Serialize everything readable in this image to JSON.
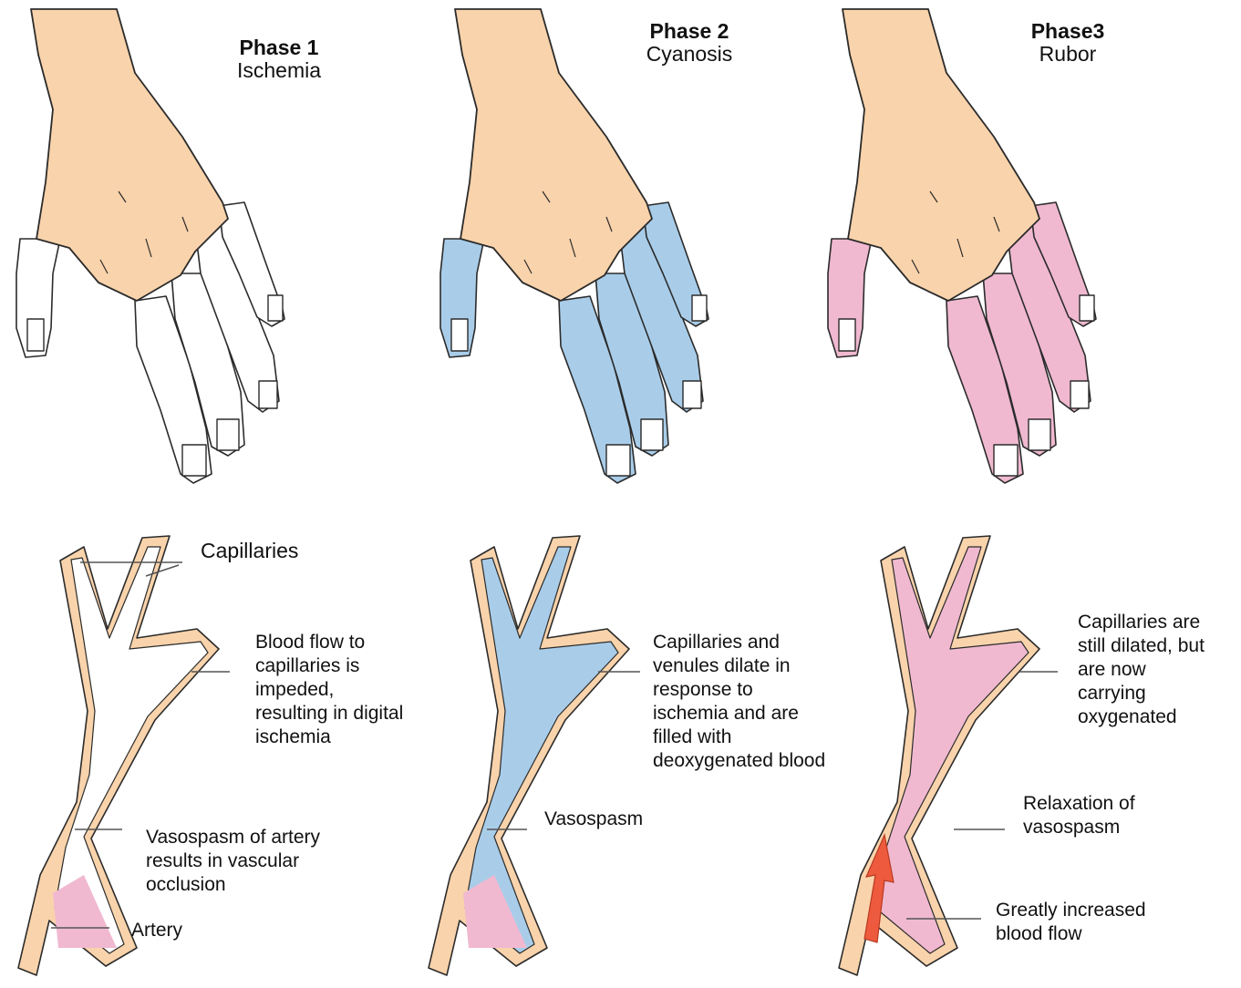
{
  "colors": {
    "skin": "#f9d3ab",
    "ischemia_white": "#ffffff",
    "cyanosis_blue": "#a9cde9",
    "rubor_pink": "#f0b9d0",
    "arrow_red": "#ee5a3e",
    "outline": "#2b2b2b"
  },
  "phases": [
    {
      "number": "Phase 1",
      "name": "Ischemia"
    },
    {
      "number": "Phase 2",
      "name": "Cyanosis"
    },
    {
      "number": "Phase3",
      "name": "Rubor"
    }
  ],
  "labels": {
    "capillaries": "Capillaries",
    "p1_blood_flow": "Blood flow to\ncapillaries is\nimpeded,\nresulting in digital\nischemia",
    "p1_vasospasm": "Vasospasm of artery\nresults in vascular\nocclusion",
    "p1_artery": "Artery",
    "p2_capillaries": "Capillaries and\nvenules dilate in\nresponse to\nischemia and are\nfilled with\ndeoxygenated blood",
    "p2_vasospasm": "Vasospasm",
    "p3_capillaries": "Capillaries are\nstill dilated, but\nare now\ncarrying\noxygenated",
    "p3_relaxation": "Relaxation of\nvasospasm",
    "p3_increased_flow": "Greatly increased\nblood flow"
  }
}
